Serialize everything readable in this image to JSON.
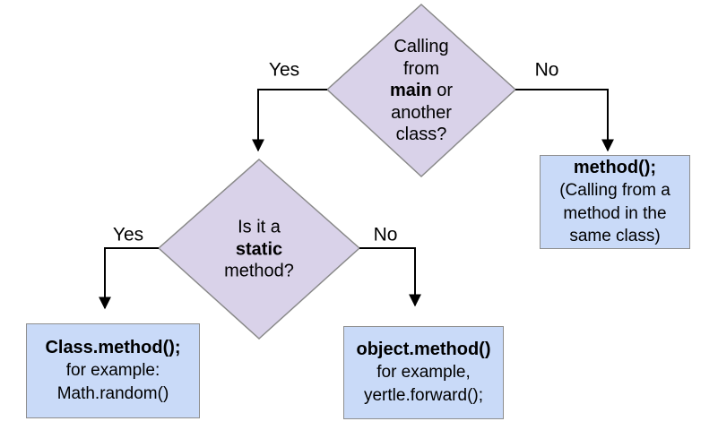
{
  "colors": {
    "diamond_fill": "#d9d2e9",
    "diamond_border": "#8a8a8a",
    "box_fill": "#c9daf8",
    "box_border": "#8e8e8e",
    "arrow": "#000000",
    "text": "#000000"
  },
  "decision_main": {
    "line1": "Calling",
    "line2": "from",
    "line3_bold": "main",
    "line3_rest": " or",
    "line4": "another",
    "line5": "class?",
    "yes_label": "Yes",
    "no_label": "No"
  },
  "decision_static": {
    "line1": "Is it a",
    "line2_bold": "static",
    "line3": "method?",
    "yes_label": "Yes",
    "no_label": "No"
  },
  "box_same_class": {
    "title": "method();",
    "line1": "(Calling from a",
    "line2": "method in the",
    "line3": "same class)"
  },
  "box_static_call": {
    "title": "Class.method();",
    "line1": "for example:",
    "line2": "Math.random()"
  },
  "box_object_call": {
    "title": "object.method()",
    "line1": "for example,",
    "line2": "yertle.forward();"
  }
}
